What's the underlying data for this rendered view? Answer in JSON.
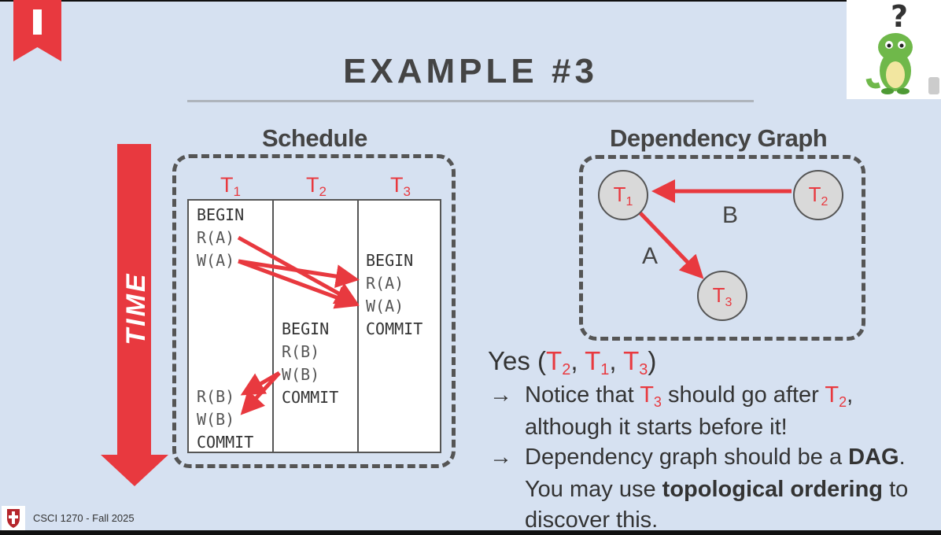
{
  "slide": {
    "title": "EXAMPLE #3",
    "ribbon_icon": "exclamation-bookmark-icon",
    "mascot_icon": "confused-dinosaur-mascot-icon",
    "time_label": "TIME"
  },
  "schedule": {
    "title": "Schedule",
    "columns": [
      {
        "label": "T",
        "sub": "1",
        "ops": [
          "BEGIN",
          "R(A)",
          "W(A)",
          "R(B)",
          "W(B)",
          "COMMIT"
        ]
      },
      {
        "label": "T",
        "sub": "2",
        "ops": [
          "BEGIN",
          "R(B)",
          "W(B)",
          "COMMIT"
        ]
      },
      {
        "label": "T",
        "sub": "3",
        "ops": [
          "BEGIN",
          "R(A)",
          "W(A)",
          "COMMIT"
        ]
      }
    ],
    "conflict_arrows": [
      "T1 R(A) -> T3 W(A)",
      "T1 W(A) -> T3 R(A)",
      "T1 W(A) -> T3 W(A)",
      "T2 W(B) -> T1 R(B)",
      "T2 W(B) -> T1 W(B)"
    ]
  },
  "dependency_graph": {
    "title": "Dependency Graph",
    "nodes": [
      {
        "label": "T",
        "sub": "1"
      },
      {
        "label": "T",
        "sub": "2"
      },
      {
        "label": "T",
        "sub": "3"
      }
    ],
    "edges": [
      {
        "from": "T2",
        "to": "T1",
        "label": "B"
      },
      {
        "from": "T1",
        "to": "T3",
        "label": "A"
      }
    ]
  },
  "answer": {
    "yes": "Yes",
    "order": [
      {
        "label": "T",
        "sub": "2"
      },
      {
        "label": "T",
        "sub": "1"
      },
      {
        "label": "T",
        "sub": "3"
      }
    ],
    "bullet_arrow": "→",
    "bullet1_a": "Notice that",
    "bullet1_b": "should go after",
    "bullet1_c": "although it starts before it!",
    "bullet2_a": "Dependency graph should be a",
    "bullet2_dag": "DAG",
    "bullet2_b": "You may use",
    "bullet2_topo": "topological ordering",
    "bullet2_c": "to",
    "bullet2_d": "discover this."
  },
  "footer": {
    "course": "CSCI 1270 - Fall 2025",
    "logo_icon": "brown-university-seal-icon"
  },
  "colors": {
    "background": "#d6e1f1",
    "accent": "#e8393f",
    "text": "#333333"
  }
}
